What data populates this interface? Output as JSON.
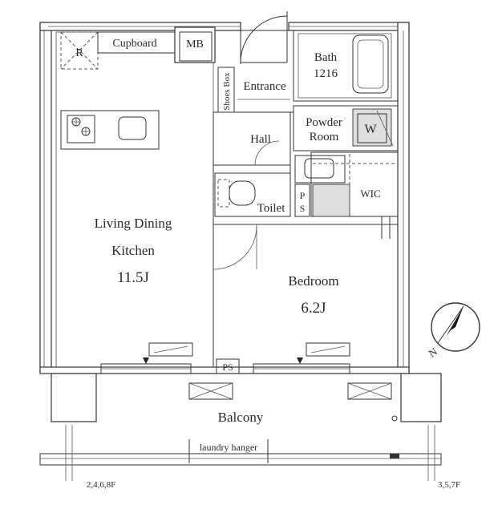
{
  "rooms": {
    "cupboard": "Cupboard",
    "mb": "MB",
    "refrigerator": "R",
    "bath": "Bath",
    "bath_size": "1216",
    "shoes_box": "Shoes Box",
    "entrance": "Entrance",
    "powder_room_1": "Powder",
    "powder_room_2": "Room",
    "washer": "W",
    "hall": "Hall",
    "toilet": "Toilet",
    "ps_upper_1": "P",
    "ps_upper_2": "S",
    "wic": "WIC",
    "ldk_1": "Living Dining",
    "ldk_2": "Kitchen",
    "ldk_size": "11.5J",
    "bedroom": "Bedroom",
    "bedroom_size": "6.2J",
    "ps_lower": "PS",
    "balcony": "Balcony",
    "laundry_hanger": "laundry hanger"
  },
  "floors": {
    "left": "2,4,6,8F",
    "right": "3,5,7F"
  },
  "compass": {
    "north_label": "N"
  }
}
